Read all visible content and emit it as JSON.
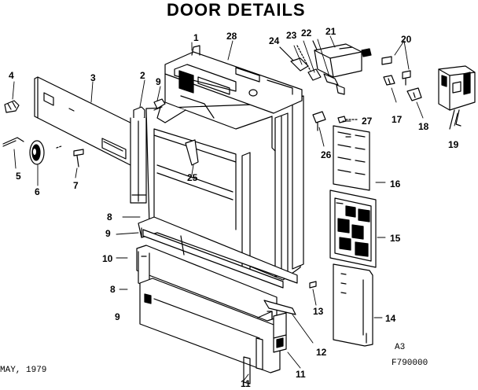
{
  "title": "DOOR DETAILS",
  "date": "MAY, 1979",
  "code": "A3",
  "figure_id": "F790000",
  "callouts": [
    "1",
    "28",
    "24",
    "23",
    "22",
    "21",
    "20",
    "4",
    "3",
    "2",
    "9",
    "17",
    "18",
    "19",
    "27",
    "26",
    "25",
    "5",
    "6",
    "7",
    "16",
    "8",
    "9",
    "15",
    "10",
    "8",
    "13",
    "9",
    "14",
    "12",
    "11",
    "11"
  ],
  "colors": {
    "ink": "#000000",
    "paper": "#ffffff"
  }
}
